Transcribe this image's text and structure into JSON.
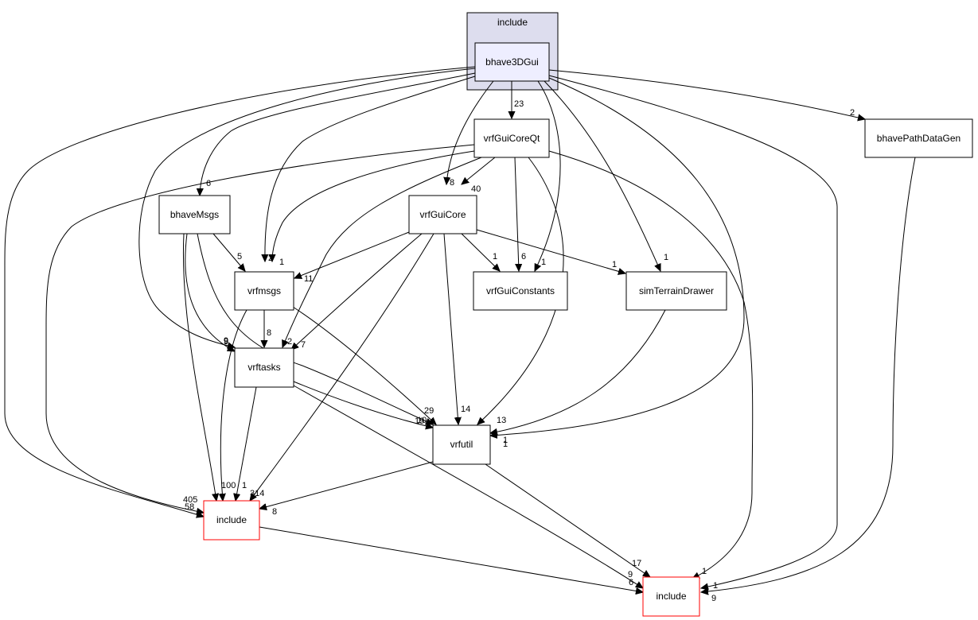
{
  "colors": {
    "cluster_fill": "#ddddee",
    "highlight_fill": "#eeeeff",
    "external_border": "#ff0000",
    "edge": "#000000"
  },
  "cluster": {
    "label": "include"
  },
  "nodes": {
    "bhave3DGui": {
      "label": "bhave3DGui"
    },
    "vrfGuiCoreQt": {
      "label": "vrfGuiCoreQt"
    },
    "bhavePathDataGen": {
      "label": "bhavePathDataGen"
    },
    "bhaveMsgs": {
      "label": "bhaveMsgs"
    },
    "vrfGuiCore": {
      "label": "vrfGuiCore"
    },
    "vrfmsgs": {
      "label": "vrfmsgs"
    },
    "vrfGuiConstants": {
      "label": "vrfGuiConstants"
    },
    "simTerrainDrawer": {
      "label": "simTerrainDrawer"
    },
    "vrftasks": {
      "label": "vrftasks"
    },
    "vrfutil": {
      "label": "vrfutil"
    },
    "include_left": {
      "label": "include"
    },
    "include_right": {
      "label": "include"
    }
  },
  "edges": [
    {
      "from": "bhave3DGui",
      "to": "vrfGuiCoreQt",
      "label": "23"
    },
    {
      "from": "bhave3DGui",
      "to": "bhavePathDataGen",
      "label": "2"
    },
    {
      "from": "bhave3DGui",
      "to": "bhaveMsgs",
      "label": "6"
    },
    {
      "from": "bhave3DGui",
      "to": "vrfGuiCore",
      "label": "8"
    },
    {
      "from": "bhave3DGui",
      "to": "vrfmsgs",
      "label": "2"
    },
    {
      "from": "bhave3DGui",
      "to": "vrfGuiConstants",
      "label": "1"
    },
    {
      "from": "bhave3DGui",
      "to": "simTerrainDrawer",
      "label": "1"
    },
    {
      "from": "bhave3DGui",
      "to": "vrftasks",
      "label": "9"
    },
    {
      "from": "bhave3DGui",
      "to": "vrfutil",
      "label": "1"
    },
    {
      "from": "bhave3DGui",
      "to": "include_left",
      "label": "405"
    },
    {
      "from": "bhave3DGui",
      "to": "include_right",
      "label": "1"
    },
    {
      "from": "vrfGuiCoreQt",
      "to": "vrfGuiCore",
      "label": "40"
    },
    {
      "from": "vrfGuiCoreQt",
      "to": "vrfmsgs",
      "label": "1"
    },
    {
      "from": "vrfGuiCoreQt",
      "to": "vrfGuiConstants",
      "label": "6"
    },
    {
      "from": "vrfGuiCoreQt",
      "to": "vrftasks",
      "label": "2"
    },
    {
      "from": "vrfGuiCoreQt",
      "to": "vrfutil",
      "label": "13"
    },
    {
      "from": "vrfGuiCoreQt",
      "to": "include_left",
      "label": "58"
    },
    {
      "from": "vrfGuiCoreQt",
      "to": "include_right",
      "label": "1"
    },
    {
      "from": "bhavePathDataGen",
      "to": "include_right",
      "label": "9"
    },
    {
      "from": "bhaveMsgs",
      "to": "vrfmsgs",
      "label": "5"
    },
    {
      "from": "bhaveMsgs",
      "to": "vrftasks",
      "label": "9"
    },
    {
      "from": "bhaveMsgs",
      "to": "vrfutil",
      "label": "19"
    },
    {
      "from": "bhaveMsgs",
      "to": "include_left",
      "label": "100"
    },
    {
      "from": "vrfGuiCore",
      "to": "vrfmsgs",
      "label": "11"
    },
    {
      "from": "vrfGuiCore",
      "to": "vrfGuiConstants",
      "label": "1"
    },
    {
      "from": "vrfGuiCore",
      "to": "simTerrainDrawer",
      "label": "1"
    },
    {
      "from": "vrfGuiCore",
      "to": "vrftasks",
      "label": "7"
    },
    {
      "from": "vrfGuiCore",
      "to": "vrfutil",
      "label": "14"
    },
    {
      "from": "vrfGuiCore",
      "to": "include_left",
      "label": "314"
    },
    {
      "from": "vrfmsgs",
      "to": "vrftasks",
      "label": "8"
    },
    {
      "from": "vrfmsgs",
      "to": "vrfutil",
      "label": "29"
    },
    {
      "from": "vrfmsgs",
      "to": "include_left",
      "label": "9"
    },
    {
      "from": "simTerrainDrawer",
      "to": "vrfutil",
      "label": "1"
    },
    {
      "from": "vrftasks",
      "to": "vrfutil",
      "label": "10"
    },
    {
      "from": "vrftasks",
      "to": "include_left",
      "label": "1"
    },
    {
      "from": "vrftasks",
      "to": "include_right",
      "label": "6"
    },
    {
      "from": "vrfutil",
      "to": "include_left",
      "label": "8"
    },
    {
      "from": "vrfutil",
      "to": "include_right",
      "label": "17"
    },
    {
      "from": "include_left",
      "to": "include_right",
      "label": "9"
    }
  ]
}
